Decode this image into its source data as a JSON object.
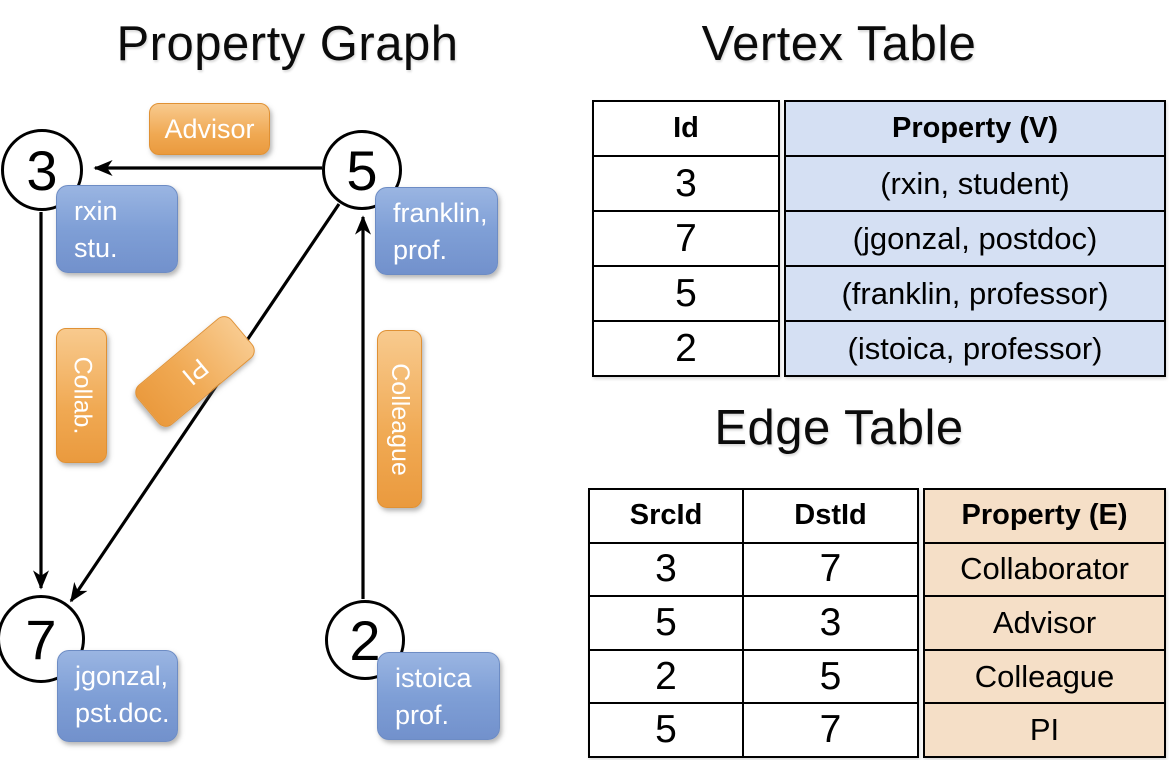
{
  "graph": {
    "title": "Property Graph",
    "vertices": {
      "v3": {
        "id": "3",
        "line1": "rxin",
        "line2": "stu."
      },
      "v5": {
        "id": "5",
        "line1": "franklin,",
        "line2": "prof."
      },
      "v7": {
        "id": "7",
        "line1": "jgonzal,",
        "line2": "pst.doc."
      },
      "v2": {
        "id": "2",
        "line1": "istoica",
        "line2": "prof."
      }
    },
    "edge_labels": {
      "advisor": "Advisor",
      "collab": "Collab.",
      "pi": "PI",
      "colleague": "Colleague"
    }
  },
  "vertex_table": {
    "title": "Vertex Table",
    "headers": {
      "id": "Id",
      "property": "Property (V)"
    },
    "rows": [
      {
        "id": "3",
        "property": "(rxin, student)"
      },
      {
        "id": "7",
        "property": "(jgonzal, postdoc)"
      },
      {
        "id": "5",
        "property": "(franklin, professor)"
      },
      {
        "id": "2",
        "property": "(istoica, professor)"
      }
    ]
  },
  "edge_table": {
    "title": "Edge Table",
    "headers": {
      "src": "SrcId",
      "dst": "DstId",
      "property": "Property (E)"
    },
    "rows": [
      {
        "src": "3",
        "dst": "7",
        "property": "Collaborator"
      },
      {
        "src": "5",
        "dst": "3",
        "property": "Advisor"
      },
      {
        "src": "2",
        "dst": "5",
        "property": "Colleague"
      },
      {
        "src": "5",
        "dst": "7",
        "property": "PI"
      }
    ]
  },
  "colors": {
    "vertex_box_top": "#9ab5e2",
    "vertex_box_bottom": "#7291cc",
    "edge_box_top": "#f8ca8e",
    "edge_box_bottom": "#ea9a3e",
    "vertex_table_fill": "#d5e0f3",
    "edge_table_fill": "#f5dfc7",
    "line_color": "#000000"
  }
}
